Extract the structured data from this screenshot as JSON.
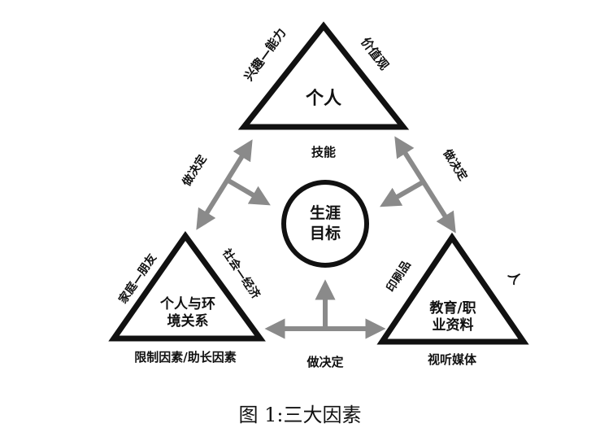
{
  "diagram": {
    "center": {
      "line1": "生涯",
      "line2": "目标"
    },
    "top": {
      "name": "个人",
      "label_left": "兴趣—能力",
      "label_right": "价值观",
      "label_bottom": "技能"
    },
    "left": {
      "name_line1": "个人与环",
      "name_line2": "境关系",
      "label_left": "家庭—朋友",
      "label_right": "社会—经济",
      "label_bottom": "限制因素/助长因素"
    },
    "right": {
      "name_line1": "教育/职",
      "name_line2": "业资料",
      "label_left": "印刷品",
      "label_right": "人",
      "label_bottom": "视听媒体"
    },
    "arrow_labels": {
      "left": "做决定",
      "right": "做决定",
      "bottom": "做决定"
    },
    "caption": "图 1:三大因素"
  },
  "colors": {
    "stroke": "#111111",
    "arrow": "#8a8a8a",
    "background": "#ffffff"
  }
}
